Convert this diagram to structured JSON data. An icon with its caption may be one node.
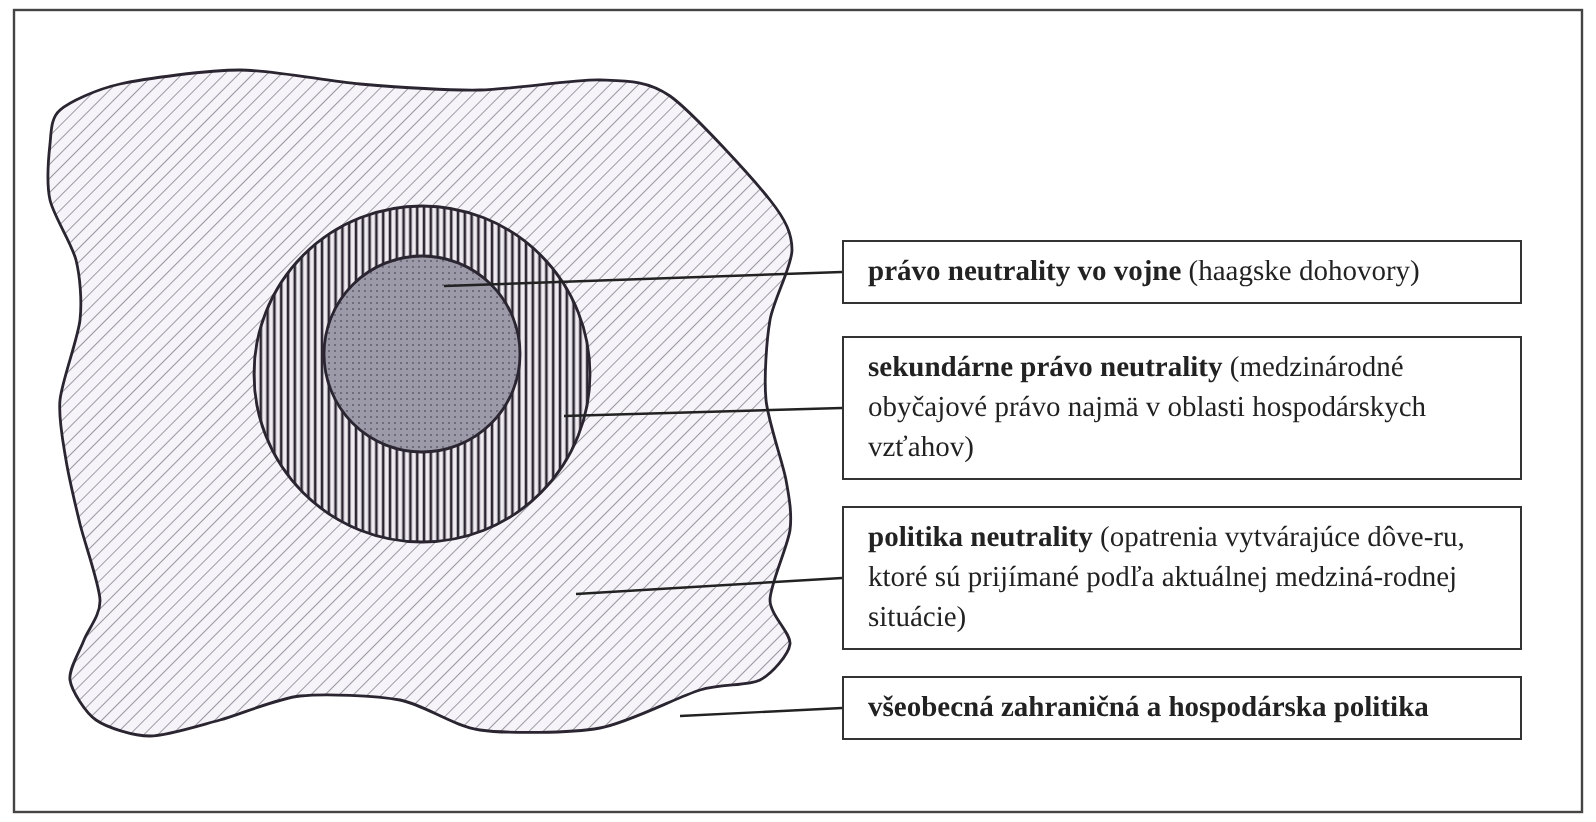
{
  "diagram": {
    "nodes": [
      {
        "text": [],
        "shape": "cloud"
      },
      {
        "text": [],
        "shape": "circle",
        "in": 0
      },
      {
        "text": [],
        "shape": "circle",
        "in": 1
      },
      {
        "text": [
          "**právo neutrality vo vojne** (haagske dohovory)"
        ]
      },
      {
        "text": [
          "**sekundárne právo neutrality** (medzinárodné obyčajové právo najmä v oblasti hospodárskych vzťahov)"
        ]
      },
      {
        "text": [
          "**politika neutrality** (opatrenia vytvárajúce dôve-ru, ktoré sú prijímané podľa aktuálnej medziná-rodnej situácie)"
        ]
      },
      {
        "text": [
          "**všeobecná zahraničná a hospodárska politika**"
        ]
      }
    ],
    "edges": [
      {
        "from": 3,
        "to": 2,
        "arrow": "none"
      },
      {
        "from": 4,
        "to": 1,
        "arrow": "none"
      },
      {
        "from": 5,
        "to": 0,
        "arrow": "none"
      },
      {
        "from": 6,
        "to": 0,
        "arrow": "none"
      }
    ]
  }
}
